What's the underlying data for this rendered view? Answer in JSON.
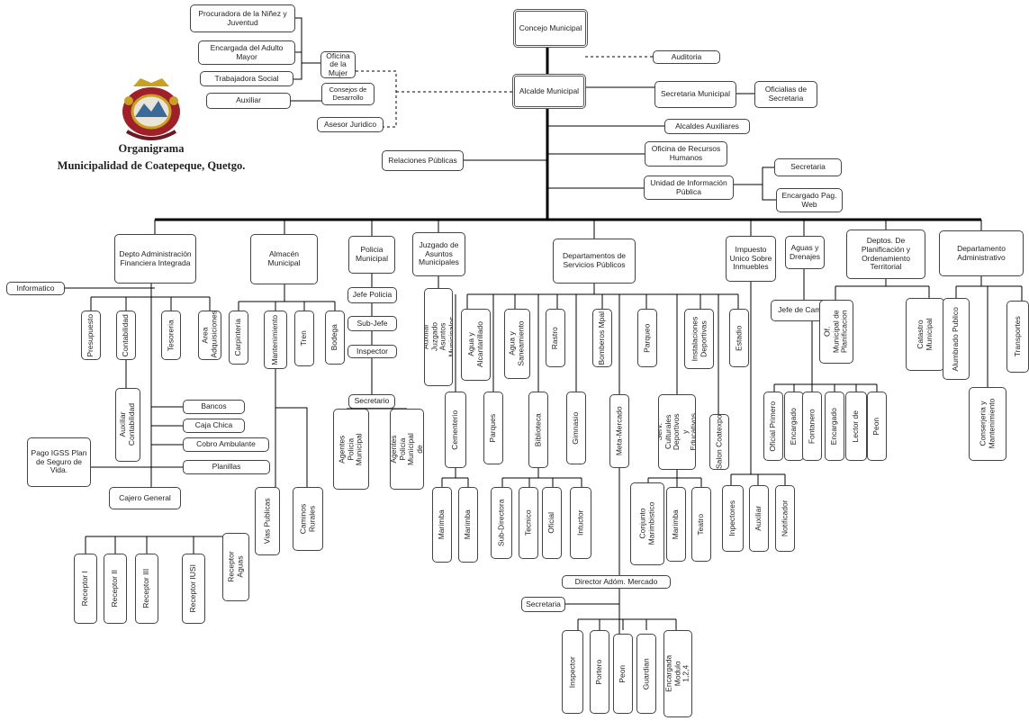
{
  "title": {
    "line1": "Organigrama",
    "line2": "Municipalidad de Coatepeque, Quetgo."
  },
  "colors": {
    "line": "#000000",
    "box_border": "#444444",
    "seal_red": "#a0202a",
    "seal_gold": "#c9a020"
  },
  "top": {
    "procuradora": "Procuradora de la Niñez y Juventud",
    "encargada_adulto": "Encargada del Adulto Mayor",
    "trabajadora_social": "Trabajadora Social",
    "oficina_mujer": "Oficina de la Mujer",
    "auxiliar": "Auxiliar",
    "consejos": "Consejos de Desarrollo",
    "asesor": "Asesor Juridico",
    "concejo": "Concejo Municipal",
    "auditoria": "Auditoria",
    "alcalde": "Alcalde Municipal",
    "secretaria_municipal": "Secretaria Municipal",
    "oficialias": "Oficialias de Secretaria",
    "alcaldes_auxiliares": "Alcaldes Auxiliares",
    "relaciones": "Relaciones Públicas",
    "recursos_humanos": "Oficina de Recursos Humanos",
    "unidad_info": "Unidad de Información Pública",
    "secretaria_ui": "Secretaria",
    "encargado_web": "Encargado Pag. Web"
  },
  "departments": {
    "daf": "Depto Administración Financiera Integrada",
    "almacen": "Almacén Municipal",
    "policia": "Policia Municipal",
    "juzgado": "Juzgado de Asuntos Municipales",
    "servicios": "Departamentos de Servicios Públicos",
    "iusi": "Impuesto Unico Sobre Inmuebles",
    "aguas": "Aguas y Drenajes",
    "planificacion": "Deptos. De Planificación y Ordenamiento Territorial",
    "administrativo": "Departamento Administrativo"
  },
  "daf": {
    "informatico": "Informatico",
    "presupuesto": "Presupuesto",
    "contabilidad": "Contabilidad",
    "tesoreria": "Tesoreria",
    "adquisiciones": "Area Adquisiciones",
    "auxiliar_contabilidad": "Auxiliar Contabilidad",
    "bancos": "Bancos",
    "caja_chica": "Caja Chica",
    "cobro": "Cobro Ambulante",
    "planillas": "Planillas",
    "igss": "Pago IGSS Plan de Seguro de Vida.",
    "cajero": "Cajero General",
    "receptor1": "Receptor I",
    "receptor2": "Receptor II",
    "receptor3": "Receptor III",
    "receptor_iusi": "Receptor IUSI",
    "receptor_aguas": "Receptor Aguas"
  },
  "almacen": {
    "carpinteria": "Carpinteria",
    "mantenimiento": "Mantenimiento",
    "tren": "Tren",
    "bodega": "Bodega",
    "vias": "Vias Publicas",
    "caminos": "Caminos Rurales"
  },
  "policia": {
    "jefe": "Jefe Policia",
    "subjefe": "Sub-Jefe",
    "inspector": "Inspector",
    "secretario": "Secretario",
    "agentes1": "Agentes Policia Municipal",
    "agentes2": "Agentes Policia Municipal de"
  },
  "juzgado": {
    "auxiliar": "Auxiliar Juzgado Asuntos Municipales"
  },
  "servicios": {
    "agua_alc": "Agua y Alcantarillado",
    "agua_san": "Agua y Saneamiento",
    "rastro": "Rastro",
    "bomberos": "Bomberos Mpal",
    "parqueo": "Parqueo",
    "instalaciones": "Instalaciones Deportivas",
    "estadio": "Estadio",
    "cementerio": "Cementerio",
    "parques": "Parques",
    "biblioteca": "Biblioteca",
    "gimnasio": "Gimnasio",
    "mercado": "Meta-Mercado",
    "serv_culturales": "Serv. Culturales Deportivos y Educativos",
    "salon": "Salon Coatexpo",
    "marimba1": "Marimba",
    "marimba2": "Marimba",
    "subdirectora": "Sub-Directora",
    "tecnico": "Tecnico",
    "oficial": "Oficial",
    "intuctor": "Intuctor",
    "conjunto": "Conjunto Marimbistico",
    "marimba3": "Marimba",
    "teatro": "Teatro",
    "director_mercado": "Director  Adóm. Mercado",
    "secretaria_mercado": "Secretaria",
    "inspector": "Inspector",
    "portero": "Portero",
    "peon": "Peon",
    "guardian": "Guardian",
    "encargada_modulo": "Encargada Modulo 1,2,4"
  },
  "iusi": {
    "inspectores": "Inpectores",
    "auxiliar": "Auxiliar",
    "notificador": "Notificador"
  },
  "aguas": {
    "jefe_campo": "Jefe de Campo",
    "oficial_primero": "Oficial Primero",
    "encargado1": "Encargado",
    "fontanero": "Fontanero",
    "encargado2": "Encargado",
    "lector": "Lector de",
    "peon": "Peon"
  },
  "planificacion": {
    "oficina": "Of. Municipal de Planificacion",
    "catastro": "Catastro Municipal"
  },
  "administrativo": {
    "alumbrado": "Alumbrado Publico",
    "transportes": "Transportes",
    "conserjeria": "Conserjeria y Mantenimiento"
  }
}
